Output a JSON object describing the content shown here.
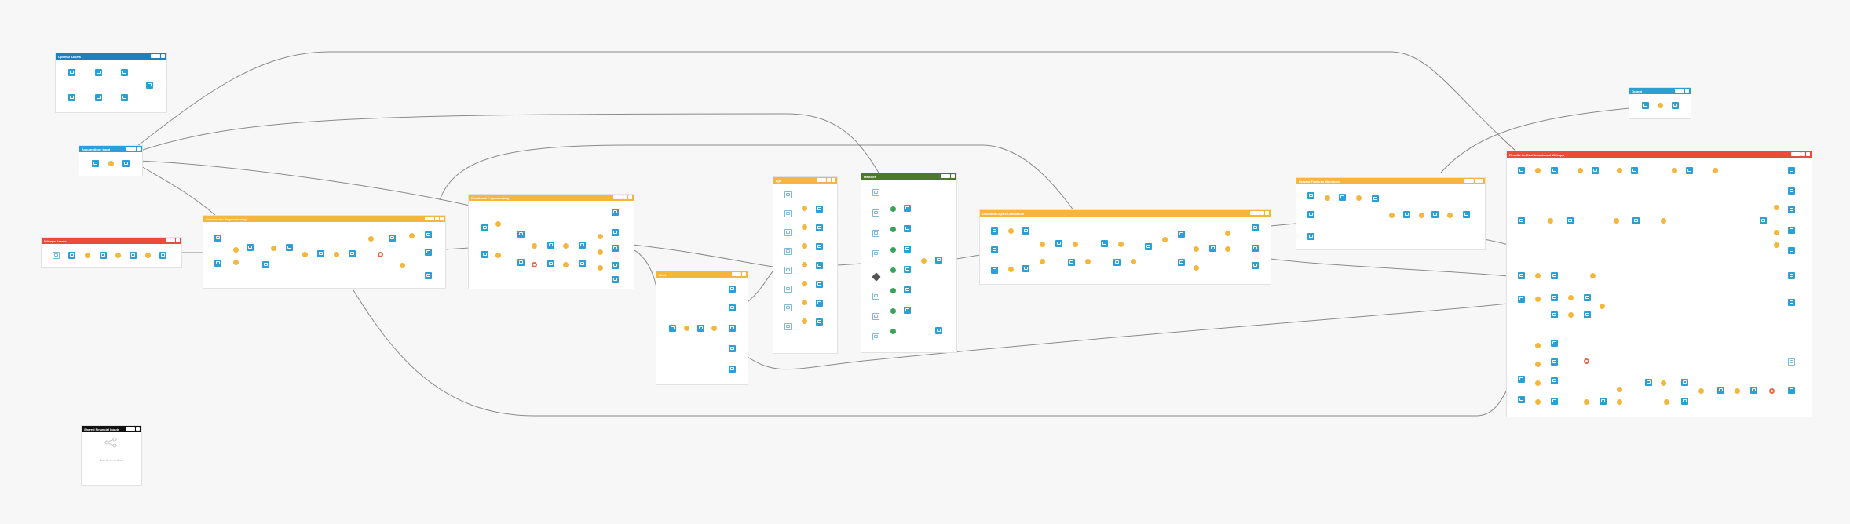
{
  "zones": {
    "optimal_assets": {
      "title": "Optimal Assets",
      "color": "#1f7fbf"
    },
    "mileage_assets": {
      "title": "Mileage Assets",
      "color": "#e74c3c"
    },
    "assumptions": {
      "title": "Assumptions Input",
      "color": "#2aa0d6"
    },
    "concession_prep": {
      "title": "Concession Preprocessing",
      "color": "#f4b73d"
    },
    "rotational_prep": {
      "title": "Rotational Preprocessing",
      "color": "#f4b73d"
    },
    "age": {
      "title": "age",
      "color": "#f4b73d"
    },
    "label_zone": {
      "title": "label",
      "color": "#f4b73d"
    },
    "matches": {
      "title": "Matches",
      "color": "#4a7a2a"
    },
    "discount_capex": {
      "title": "Discount CapEx Calculation",
      "color": "#f4b73d"
    },
    "reward_history": {
      "title": "Reward Features Monitored",
      "color": "#f4b73d"
    },
    "output_zone": {
      "title": "Output",
      "color": "#2aa0d6"
    },
    "results": {
      "title": "Results for Dashboards and Webapp",
      "color": "#e74c3c"
    },
    "shared_financial": {
      "title": "Shared Financial Inputs",
      "color": "#111111"
    }
  },
  "empty_zone_text": "Drop items to share",
  "zone_button_small": "",
  "zone_button_wide": "",
  "icons": {
    "dataset": "dataset-icon",
    "recipe": "recipe-icon",
    "folder": "folder-icon",
    "share": "share-icon",
    "git": "git-icon"
  },
  "colors": {
    "dataset": "#2aa0d6",
    "recipe": "#f4b73d",
    "recipe_error": "#ea6540",
    "link": "#777777"
  }
}
